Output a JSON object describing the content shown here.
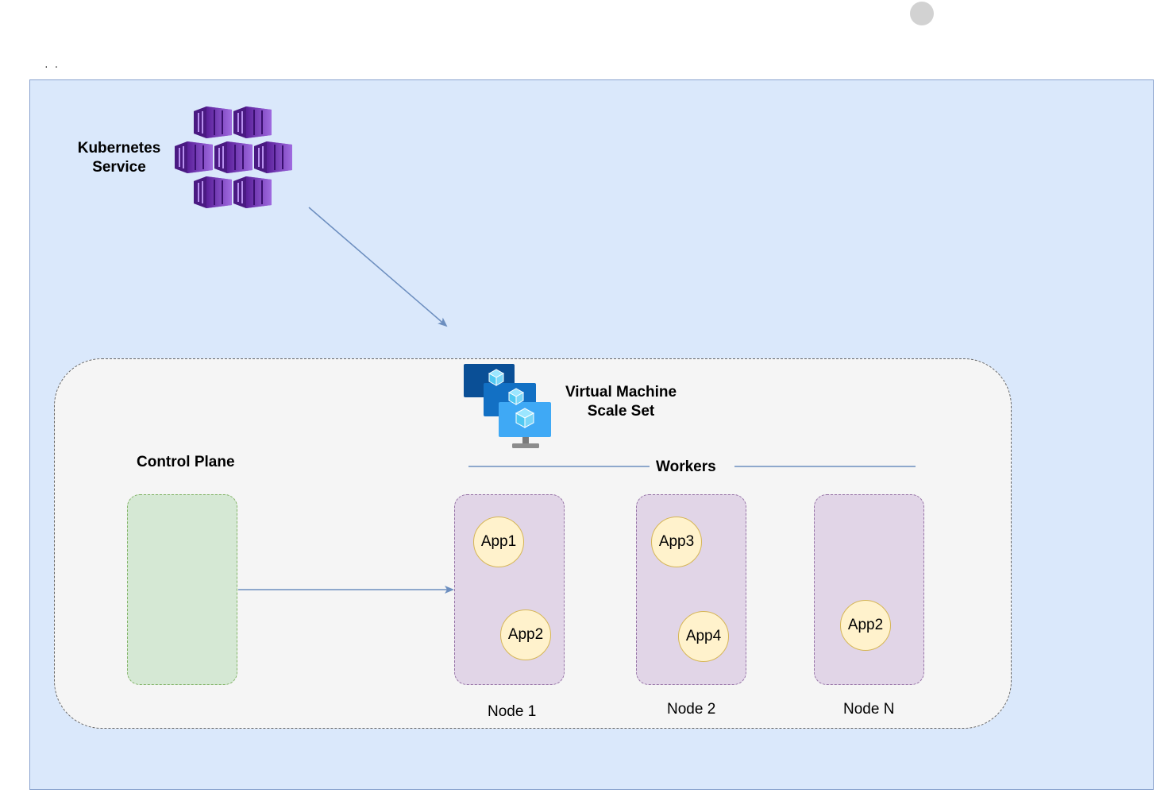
{
  "kubernetes": {
    "label_line1": "Kubernetes",
    "label_line2": "Service",
    "icon": "kubernetes-service-icon",
    "color": "#7b3fbe"
  },
  "vmss": {
    "label_line1": "Virtual Machine",
    "label_line2": "Scale Set",
    "icon": "virtual-machine-scale-set-icon"
  },
  "control_plane": {
    "label": "Control Plane"
  },
  "workers": {
    "label": "Workers"
  },
  "nodes": [
    {
      "label": "Node 1",
      "apps": [
        "App1",
        "App2"
      ]
    },
    {
      "label": "Node 2",
      "apps": [
        "App3",
        "App4"
      ]
    },
    {
      "label": "Node N",
      "apps": [
        "App2"
      ]
    }
  ],
  "colors": {
    "frame_fill": "#dae8fb",
    "vmss_fill": "#f5f5f5",
    "control_fill": "#d5e8d4",
    "node_fill": "#e1d5e7",
    "app_fill": "#fff2cc",
    "arrow": "#6c8ebf"
  }
}
